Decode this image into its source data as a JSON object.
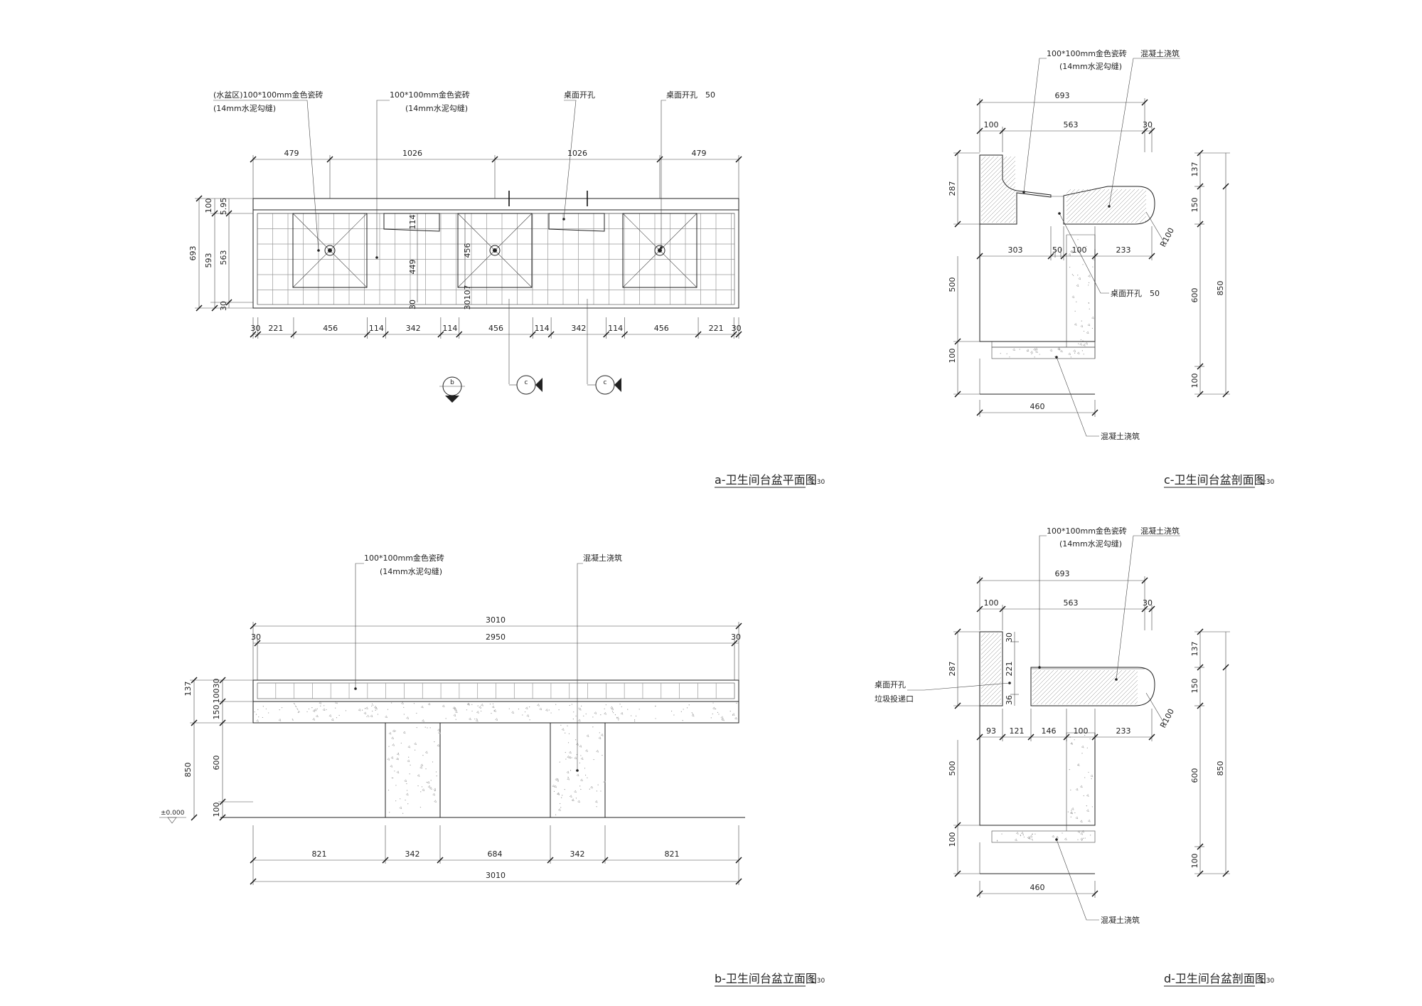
{
  "colors": {
    "line": "#222222",
    "paper": "#ffffff",
    "hatch": "#888888"
  },
  "titles": {
    "a": "a-卫生间台盆平面图",
    "b": "b-卫生间台盆立面图",
    "c": "c-卫生间台盆剖面图",
    "d": "d-卫生间台盆剖面图",
    "scale": "1:30"
  },
  "plan": {
    "callout_basin_tile_1": "(水盆区)100*100mm金色瓷砖",
    "callout_basin_tile_2": "(14mm水泥勾缝)",
    "callout_tile_1": "100*100mm金色瓷砖",
    "callout_tile_2": "(14mm水泥勾缝)",
    "callout_hole": "桌面开孔",
    "callout_hole50": "桌面开孔　50",
    "top_dims": [
      "479",
      "1026",
      "1026",
      "479"
    ],
    "bottom_dims": [
      "30",
      "221",
      "456",
      "114",
      "342",
      "114",
      "456",
      "114",
      "342",
      "114",
      "456",
      "221",
      "30"
    ],
    "left_dims": {
      "total": "693",
      "mid": "593",
      "inner": "563",
      "top": "100",
      "top2": "5.95",
      "bottom": "30"
    },
    "inner_dims": {
      "d114": "114",
      "d449": "449",
      "d456": "456",
      "d30": "30",
      "d107": "30107"
    },
    "section_marks": [
      "b",
      "c",
      "c"
    ]
  },
  "elevation": {
    "callout_tile_1": "100*100mm金色瓷砖",
    "callout_tile_2": "(14mm水泥勾缝)",
    "callout_concrete": "混凝土浇筑",
    "top_total": "3010",
    "top_inner": "2950",
    "top_left": "30",
    "top_right": "30",
    "left_dims": {
      "d137": "137",
      "d10030": "10030",
      "d150": "150",
      "d850": "850",
      "d600": "600",
      "d100": "100"
    },
    "level": "±0.000",
    "bottom_dims": [
      "821",
      "342",
      "684",
      "342",
      "821"
    ],
    "bottom_total": "3010"
  },
  "section_c": {
    "callout_tile_1": "100*100mm金色瓷砖",
    "callout_tile_2": "(14mm水泥勾缝)",
    "callout_concrete_top": "混凝土浇筑",
    "callout_hole": "桌面开孔　50",
    "callout_concrete_bottom": "混凝土浇筑",
    "top_total": "693",
    "top_dims": [
      "100",
      "563",
      "30"
    ],
    "mid_dims": [
      "303",
      "50",
      "100",
      "233"
    ],
    "left_dims": {
      "d287": "287",
      "d500": "500",
      "d100": "100"
    },
    "right_dims": {
      "d137": "137",
      "d150": "150",
      "d600": "600",
      "d850": "850",
      "d100": "100"
    },
    "radius": "R100",
    "bottom_dim": "460"
  },
  "section_d": {
    "callout_tile_1": "100*100mm金色瓷砖",
    "callout_tile_2": "(14mm水泥勾缝)",
    "callout_concrete_top": "混凝土浇筑",
    "callout_hole_1": "桌面开孔",
    "callout_hole_2": "垃圾投递口",
    "callout_concrete_bottom": "混凝土浇筑",
    "top_total": "693",
    "top_dims": [
      "100",
      "563",
      "30"
    ],
    "mid_dims": [
      "93",
      "121",
      "146",
      "100",
      "233"
    ],
    "left_dims": {
      "d287": "287",
      "d500": "500",
      "d100": "100"
    },
    "inner_dims": {
      "d30": "30",
      "d221": "221",
      "d36": "36"
    },
    "right_dims": {
      "d137": "137",
      "d150": "150",
      "d600": "600",
      "d850": "850",
      "d100": "100"
    },
    "radius": "R100",
    "bottom_dim": "460"
  }
}
